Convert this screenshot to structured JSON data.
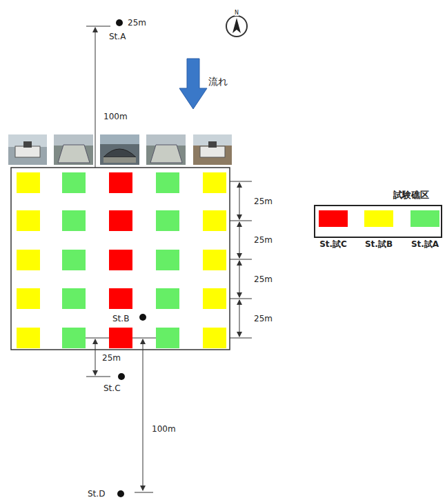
{
  "diagram": {
    "labels": [
      "N",
      "25m",
      "St.A",
      "100m",
      "流れ",
      "25m",
      "25m",
      "25m",
      "25m",
      "St.B",
      "25m",
      "St.C",
      "100m",
      "St.D",
      "試験礁区"
    ],
    "legend": [
      {
        "text": "St.試C",
        "color": "#ff0000"
      },
      {
        "text": "St.試B",
        "color": "#ffff00"
      },
      {
        "text": "St.試A",
        "color": "#66ee66"
      }
    ]
  }
}
